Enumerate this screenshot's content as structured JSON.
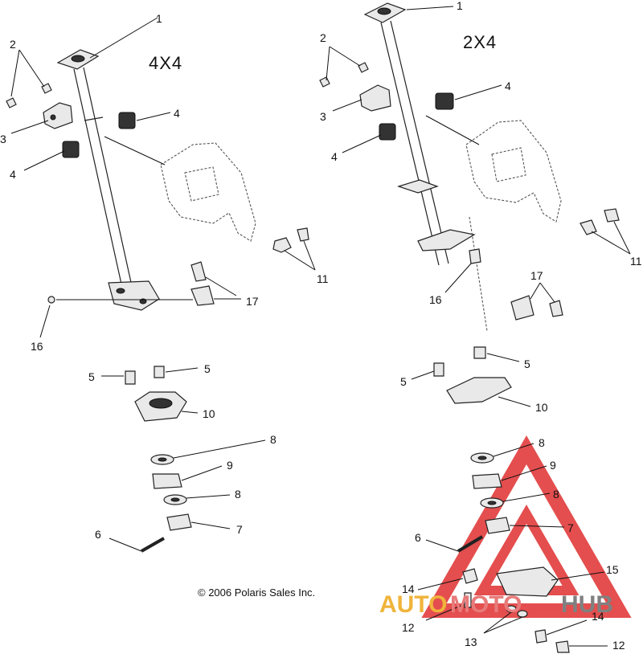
{
  "diagram": {
    "title_4x4": "4X4",
    "title_2x4": "2X4",
    "copyright": "© 2006 Polaris Sales Inc.",
    "watermark": {
      "auto": "AUTO",
      "moto": "MOTO",
      "hub": "HUB",
      "colors": {
        "auto": "#f0b43c",
        "moto": "#e87a7a",
        "hub": "#808080",
        "triangle": "#e03030"
      }
    },
    "labels_4x4": {
      "c1": "1",
      "c2": "2",
      "c3": "3",
      "c4a": "4",
      "c4b": "4",
      "c5a": "5",
      "c5b": "5",
      "c6": "6",
      "c7": "7",
      "c8a": "8",
      "c8b": "8",
      "c9": "9",
      "c10": "10",
      "c11": "11",
      "c16": "16",
      "c17": "17"
    },
    "labels_2x4": {
      "c1": "1",
      "c2": "2",
      "c3": "3",
      "c4a": "4",
      "c4b": "4",
      "c5a": "5",
      "c5b": "5",
      "c6": "6",
      "c7": "7",
      "c8a": "8",
      "c8b": "8",
      "c9": "9",
      "c10": "10",
      "c11": "11",
      "c12a": "12",
      "c12b": "12",
      "c13": "13",
      "c14a": "14",
      "c14b": "14",
      "c15": "15",
      "c16": "16",
      "c17": "17"
    }
  }
}
